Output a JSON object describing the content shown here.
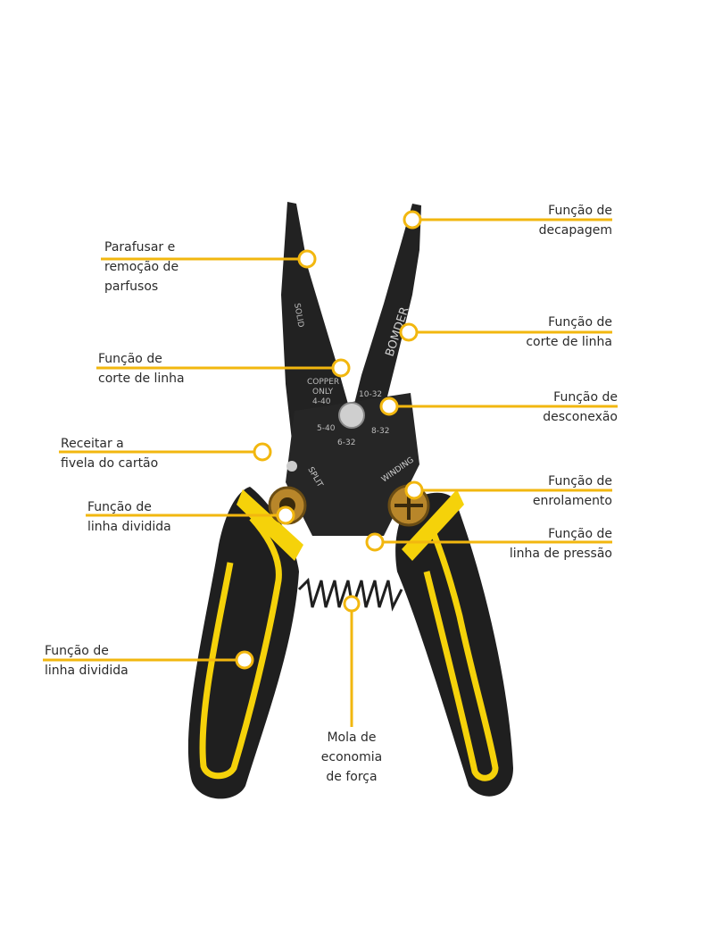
{
  "colors": {
    "accent": "#f2b70f",
    "handle_yellow": "#f5d20a",
    "tool_black": "#1f1f1f",
    "text": "#2b2b2b"
  },
  "tool": {
    "brand": "BOMDER",
    "markings": [
      "SOLID",
      "COPPER",
      "ONLY",
      "4-40",
      "5-40",
      "6-32",
      "8-32",
      "10-32",
      "SPLIT",
      "WINDING"
    ]
  },
  "callouts": [
    {
      "id": "parafusar",
      "lines": [
        "Parafusar e",
        "remoção de",
        "parfusos"
      ]
    },
    {
      "id": "decapagem",
      "lines": [
        "Função de",
        "decapagem"
      ]
    },
    {
      "id": "corte-direita",
      "lines": [
        "Função de",
        "corte de linha"
      ]
    },
    {
      "id": "corte-esquerda",
      "lines": [
        "Função de",
        "corte de linha"
      ]
    },
    {
      "id": "desconexao",
      "lines": [
        "Função de",
        "desconexão"
      ]
    },
    {
      "id": "receitar",
      "lines": [
        "Receitar a",
        "fivela do cartão"
      ]
    },
    {
      "id": "enrolamento",
      "lines": [
        "Função de",
        "enrolamento"
      ]
    },
    {
      "id": "dividida-superior",
      "lines": [
        "Função de",
        "linha dividida"
      ]
    },
    {
      "id": "pressao",
      "lines": [
        "Função de",
        "linha de pressão"
      ]
    },
    {
      "id": "dividida-inferior",
      "lines": [
        "Função de",
        "linha dividida"
      ]
    },
    {
      "id": "mola",
      "lines": [
        "Mola de",
        "economia",
        "de força"
      ]
    }
  ]
}
